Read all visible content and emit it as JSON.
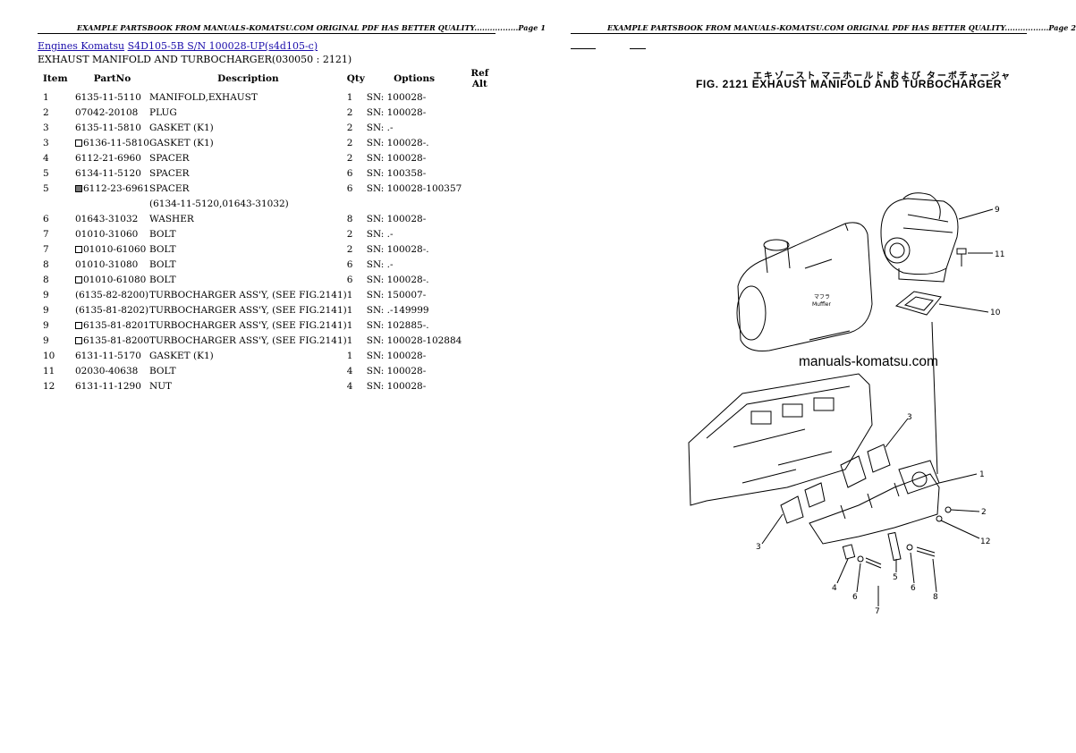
{
  "page1": {
    "header": "EXAMPLE PARTSBOOK FROM MANUALS-KOMATSU.COM ORIGINAL PDF HAS BETTER QUALITY.................Page 1",
    "breadcrumb": {
      "link1": "Engines Komatsu",
      "link2": "S4D105-5B S/N 100028-UP(s4d105-c)"
    },
    "subtitle": "EXHAUST MANIFOLD AND TURBOCHARGER(030050 : 2121)",
    "columns": {
      "item": "Item",
      "partno": "PartNo",
      "description": "Description",
      "qty": "Qty",
      "options": "Options",
      "refalt": "Ref Alt"
    },
    "rows": [
      {
        "item": "1",
        "mark": "",
        "partno": "6135-11-5110",
        "desc": "MANIFOLD,EXHAUST",
        "qty": "1",
        "opt": "SN: 100028-"
      },
      {
        "item": "2",
        "mark": "",
        "partno": "07042-20108",
        "desc": "PLUG",
        "qty": "2",
        "opt": "SN: 100028-"
      },
      {
        "item": "3",
        "mark": "",
        "partno": "6135-11-5810",
        "desc": "GASKET (K1)",
        "qty": "2",
        "opt": "SN: .-"
      },
      {
        "item": "3",
        "mark": "box",
        "partno": "6136-11-5810",
        "desc": "GASKET (K1)",
        "qty": "2",
        "opt": "SN: 100028-."
      },
      {
        "item": "4",
        "mark": "",
        "partno": "6112-21-6960",
        "desc": "SPACER",
        "qty": "2",
        "opt": "SN: 100028-"
      },
      {
        "item": "5",
        "mark": "",
        "partno": "6134-11-5120",
        "desc": "SPACER",
        "qty": "6",
        "opt": "SN: 100358-"
      },
      {
        "item": "5",
        "mark": "filled",
        "partno": "6112-23-6961",
        "desc": "SPACER",
        "qty": "6",
        "opt": "SN: 100028-100357"
      },
      {
        "item": "",
        "mark": "",
        "partno": "",
        "desc": "(6134-11-5120,01643-31032)",
        "qty": "",
        "opt": ""
      },
      {
        "item": "6",
        "mark": "",
        "partno": "01643-31032",
        "desc": "WASHER",
        "qty": "8",
        "opt": "SN: 100028-"
      },
      {
        "item": "7",
        "mark": "",
        "partno": "01010-31060",
        "desc": "BOLT",
        "qty": "2",
        "opt": "SN: .-"
      },
      {
        "item": "7",
        "mark": "box",
        "partno": "01010-61060",
        "desc": "BOLT",
        "qty": "2",
        "opt": "SN: 100028-."
      },
      {
        "item": "8",
        "mark": "",
        "partno": "01010-31080",
        "desc": "BOLT",
        "qty": "6",
        "opt": "SN: .-"
      },
      {
        "item": "8",
        "mark": "box",
        "partno": "01010-61080",
        "desc": "BOLT",
        "qty": "6",
        "opt": "SN: 100028-."
      },
      {
        "item": "9",
        "mark": "",
        "partno": "(6135-82-8200)",
        "desc": "TURBOCHARGER ASS'Y, (SEE FIG.2141)",
        "qty": "1",
        "opt": "SN: 150007-"
      },
      {
        "item": "9",
        "mark": "",
        "partno": "(6135-81-8202)",
        "desc": "TURBOCHARGER ASS'Y, (SEE FIG.2141)",
        "qty": "1",
        "opt": "SN: .-149999"
      },
      {
        "item": "9",
        "mark": "box",
        "partno": "6135-81-8201",
        "desc": "TURBOCHARGER ASS'Y, (SEE FIG.2141)",
        "qty": "1",
        "opt": "SN: 102885-."
      },
      {
        "item": "9",
        "mark": "box",
        "partno": "6135-81-8200",
        "desc": "TURBOCHARGER ASS'Y, (SEE FIG.2141)",
        "qty": "1",
        "opt": "SN: 100028-102884"
      },
      {
        "item": "10",
        "mark": "",
        "partno": "6131-11-5170",
        "desc": "GASKET (K1)",
        "qty": "1",
        "opt": "SN: 100028-"
      },
      {
        "item": "11",
        "mark": "",
        "partno": "02030-40638",
        "desc": "BOLT",
        "qty": "4",
        "opt": "SN: 100028-"
      },
      {
        "item": "12",
        "mark": "",
        "partno": "6131-11-1290",
        "desc": "NUT",
        "qty": "4",
        "opt": "SN: 100028-"
      }
    ]
  },
  "page2": {
    "header": "EXAMPLE PARTSBOOK FROM MANUALS-KOMATSU.COM ORIGINAL PDF HAS BETTER QUALITY.................Page 2",
    "fig_jp": "エキゾースト マニホールド および ターボチャージャ",
    "fig_title": "FIG. 2121  EXHAUST MANIFOLD AND TURBOCHARGER",
    "watermark": "manuals-komatsu.com",
    "muffler_label_jp": "マフラ",
    "muffler_label": "Muffler",
    "callouts": [
      "9",
      "11",
      "10",
      "3",
      "1",
      "2",
      "12",
      "3",
      "5",
      "4",
      "6",
      "6",
      "8",
      "7"
    ]
  }
}
